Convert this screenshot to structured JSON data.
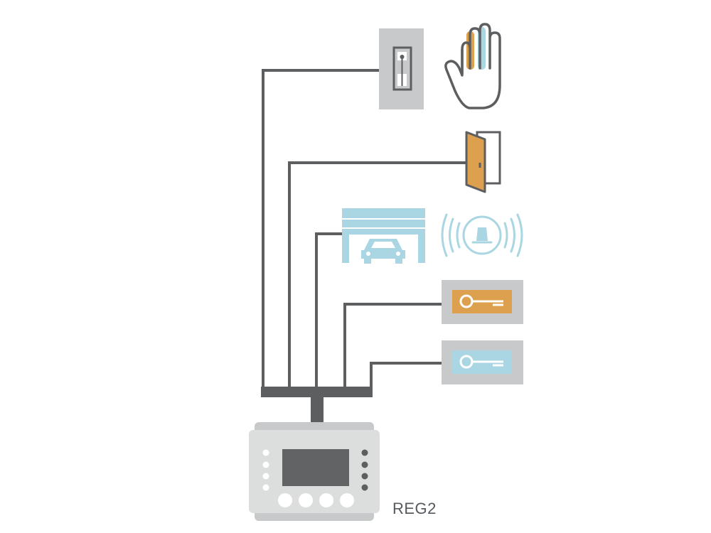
{
  "device": {
    "label": "REG2"
  },
  "colors": {
    "wire": "#5c5e60",
    "orange": "#dda04f",
    "blue": "#a9d6e2",
    "panel_gray": "#c8c9ca",
    "dark": "#5c5e60",
    "device_body": "#dcdddd",
    "device_screen": "#616365"
  },
  "components": [
    {
      "name": "wall-reader",
      "icon": "card-reader-icon"
    },
    {
      "name": "hand-gesture",
      "icon": "hand-icon"
    },
    {
      "name": "door",
      "icon": "door-icon"
    },
    {
      "name": "garage-door",
      "icon": "garage-car-icon"
    },
    {
      "name": "alarm-beacon",
      "icon": "alarm-siren-icon"
    },
    {
      "name": "key-switch-orange",
      "icon": "key-icon"
    },
    {
      "name": "key-switch-blue",
      "icon": "key-icon"
    }
  ]
}
